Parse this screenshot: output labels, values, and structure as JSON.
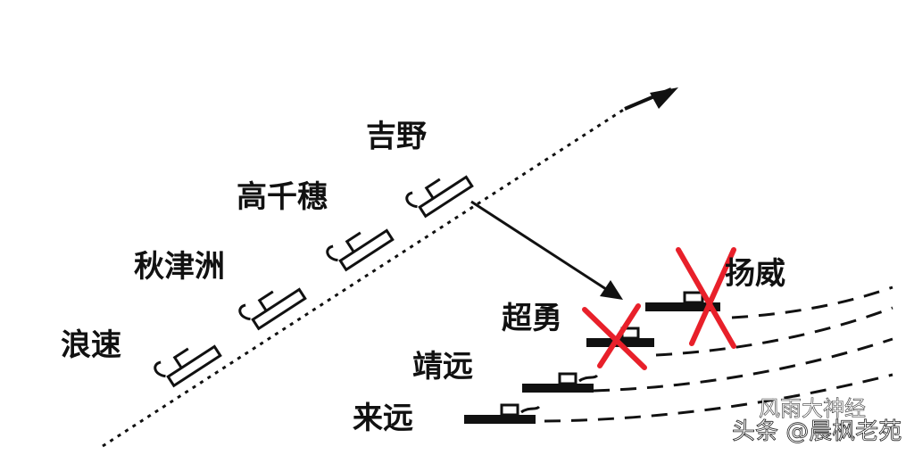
{
  "colors": {
    "ink": "#111111",
    "x_mark": "#e8202a",
    "background": "#ffffff"
  },
  "japanese_column": {
    "ships": [
      "浪速",
      "秋津洲",
      "高千穗",
      "吉野"
    ]
  },
  "chinese_column": {
    "ships": [
      "来远",
      "靖远",
      "超勇",
      "扬威"
    ],
    "sunk": [
      "超勇",
      "扬威"
    ]
  },
  "watermark": {
    "line1": "风雨大神经",
    "line2": "头条 @晨枫老苑"
  }
}
